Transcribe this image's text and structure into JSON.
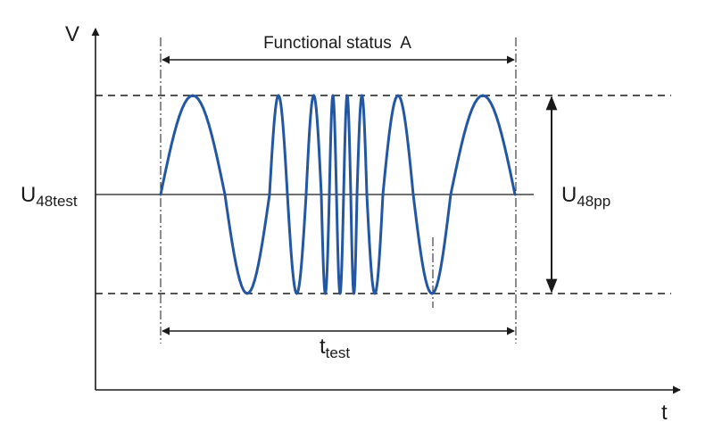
{
  "labels": {
    "y_axis": "V",
    "x_axis": "t",
    "top_annotation": "Functional status  A",
    "u48test_main": "U",
    "u48test_sub": "48test",
    "u48pp_main": "U",
    "u48pp_sub": "48pp",
    "ttest_main": "t",
    "ttest_sub": "test"
  },
  "colors": {
    "waveform": "#2457a3",
    "lines": "#1a1a1a"
  }
}
